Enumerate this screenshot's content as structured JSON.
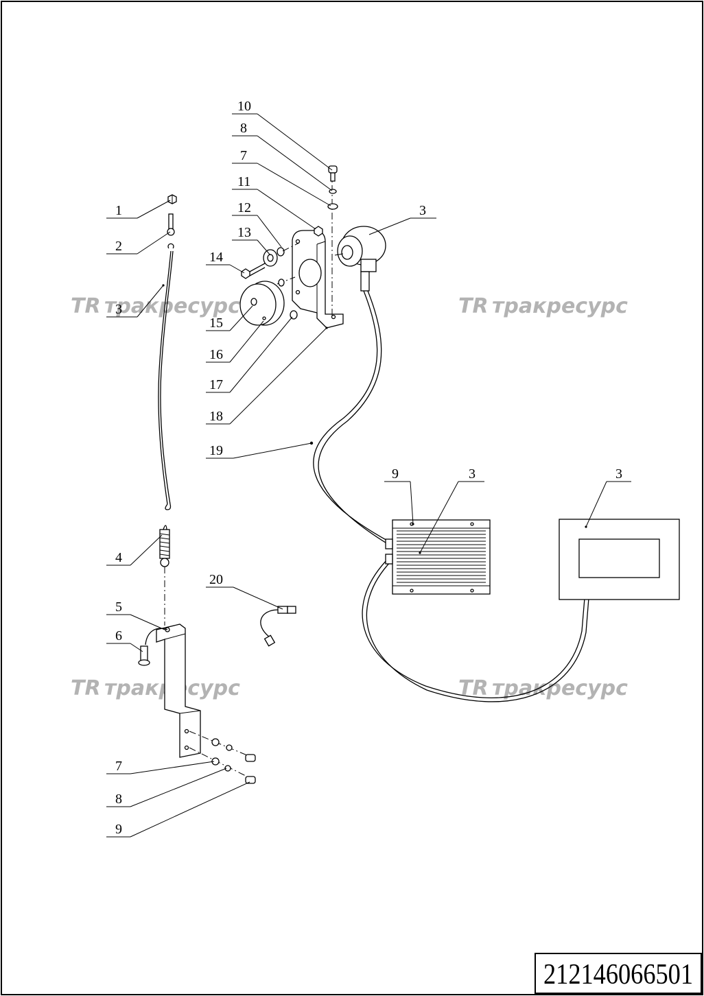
{
  "watermark": {
    "text": "тракресурс",
    "logo": "TR-logo-icon"
  },
  "drawing_number": "212146066501",
  "callouts": {
    "c1": "1",
    "c2": "2",
    "c3a": "3",
    "c3b": "3",
    "c3c": "3",
    "c3d": "3",
    "c4": "4",
    "c5": "5",
    "c6": "6",
    "c7a": "7",
    "c7b": "7",
    "c8a": "8",
    "c8b": "8",
    "c9a": "9",
    "c9b": "9",
    "c10": "10",
    "c11": "11",
    "c12": "12",
    "c13": "13",
    "c14": "14",
    "c15": "15",
    "c16": "16",
    "c17": "17",
    "c18": "18",
    "c19": "19",
    "c20": "20"
  }
}
